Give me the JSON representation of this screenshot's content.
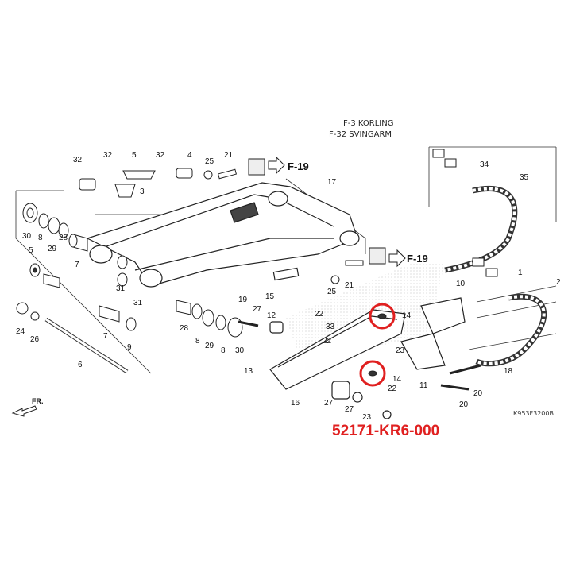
{
  "diagram": {
    "title_top": "F-3 KORLING",
    "title": "F-32 SVINGARM",
    "ref_f19_top": "F-19",
    "ref_f19_mid": "F-19",
    "drawing_code": "K953F3200B",
    "part_number": "52171-KR6-000",
    "front_label": "FR.",
    "highlight_color": "#e02020",
    "callouts": [
      "32",
      "32",
      "32",
      "4",
      "5",
      "3",
      "25",
      "21",
      "17",
      "30",
      "8",
      "29",
      "28",
      "7",
      "5",
      "24",
      "26",
      "7",
      "9",
      "6",
      "31",
      "31",
      "28",
      "8",
      "29",
      "8",
      "30",
      "19",
      "27",
      "15",
      "12",
      "22",
      "33",
      "25",
      "21",
      "13",
      "22",
      "14",
      "14",
      "22",
      "16",
      "27",
      "27",
      "23",
      "23",
      "10",
      "11",
      "1",
      "2",
      "34",
      "35",
      "18",
      "20",
      "20"
    ]
  }
}
